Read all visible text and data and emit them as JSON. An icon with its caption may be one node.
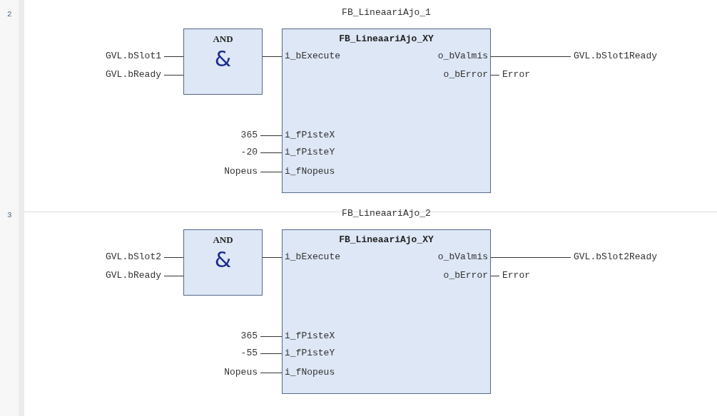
{
  "diagram": {
    "nodes": [
      {
        "text": [
          "GVL.bSlot1"
        ]
      },
      {
        "text": [
          "GVL.bReady"
        ]
      },
      {
        "text": [
          "AND",
          "&"
        ]
      },
      {
        "text": [
          "FB_LineaariAjo_1",
          "FB_LineaariAjo_XY"
        ]
      },
      {
        "text": [
          "i_bExecute"
        ],
        "in": 3
      },
      {
        "text": [
          "o_bValmis"
        ],
        "in": 3
      },
      {
        "text": [
          "o_bError"
        ],
        "in": 3
      },
      {
        "text": [
          "i_fPisteX"
        ],
        "in": 3
      },
      {
        "text": [
          "i_fPisteY"
        ],
        "in": 3
      },
      {
        "text": [
          "i_fNopeus"
        ],
        "in": 3
      },
      {
        "text": [
          "365"
        ]
      },
      {
        "text": [
          "-20"
        ]
      },
      {
        "text": [
          "Nopeus"
        ]
      },
      {
        "text": [
          "GVL.bSlot1Ready"
        ]
      },
      {
        "text": [
          "Error"
        ]
      },
      {
        "text": [
          "GVL.bSlot2"
        ]
      },
      {
        "text": [
          "GVL.bReady"
        ]
      },
      {
        "text": [
          "AND",
          "&"
        ]
      },
      {
        "text": [
          "FB_LineaariAjo_2",
          "FB_LineaariAjo_XY"
        ]
      },
      {
        "text": [
          "i_bExecute"
        ],
        "in": 18
      },
      {
        "text": [
          "o_bValmis"
        ],
        "in": 18
      },
      {
        "text": [
          "o_bError"
        ],
        "in": 18
      },
      {
        "text": [
          "i_fPisteX"
        ],
        "in": 18
      },
      {
        "text": [
          "i_fPisteY"
        ],
        "in": 18
      },
      {
        "text": [
          "i_fNopeus"
        ],
        "in": 18
      },
      {
        "text": [
          "365"
        ]
      },
      {
        "text": [
          "-55"
        ]
      },
      {
        "text": [
          "Nopeus"
        ]
      },
      {
        "text": [
          "GVL.bSlot2Ready"
        ]
      },
      {
        "text": [
          "Error"
        ]
      }
    ],
    "edges": [
      {
        "from": 0,
        "to": 2,
        "arrow": "none"
      },
      {
        "from": 1,
        "to": 2,
        "arrow": "none"
      },
      {
        "from": 2,
        "to": 4,
        "arrow": "none"
      },
      {
        "from": 10,
        "to": 7,
        "arrow": "none"
      },
      {
        "from": 11,
        "to": 8,
        "arrow": "none"
      },
      {
        "from": 12,
        "to": 9,
        "arrow": "none"
      },
      {
        "from": 5,
        "to": 13,
        "arrow": "none"
      },
      {
        "from": 6,
        "to": 14,
        "arrow": "none"
      },
      {
        "from": 15,
        "to": 17,
        "arrow": "none"
      },
      {
        "from": 16,
        "to": 17,
        "arrow": "none"
      },
      {
        "from": 17,
        "to": 19,
        "arrow": "none"
      },
      {
        "from": 25,
        "to": 22,
        "arrow": "none"
      },
      {
        "from": 26,
        "to": 23,
        "arrow": "none"
      },
      {
        "from": 27,
        "to": 24,
        "arrow": "none"
      },
      {
        "from": 20,
        "to": 28,
        "arrow": "none"
      },
      {
        "from": 21,
        "to": 29,
        "arrow": "none"
      }
    ],
    "labels": [
      "2",
      "3"
    ]
  }
}
